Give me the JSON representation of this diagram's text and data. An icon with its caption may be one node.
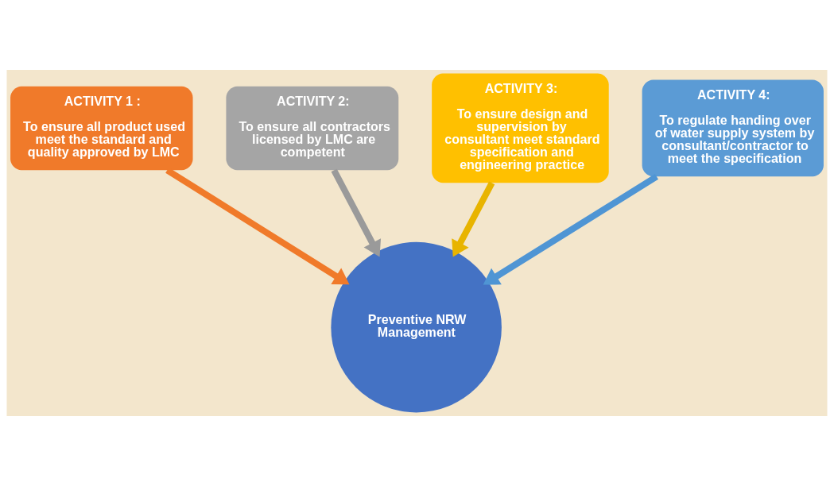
{
  "diagram": {
    "nodes": [
      {
        "text": [
          "ACTIVITY 1 :",
          "To ensure all product used meet the standard and quality approved by LMC"
        ]
      },
      {
        "text": [
          "ACTIVITY 2:",
          "To ensure all contractors licensed by LMC are competent"
        ]
      },
      {
        "text": [
          "ACTIVITY 3:",
          "To ensure design and supervision by consultant meet standard specification and engineering practice"
        ]
      },
      {
        "text": [
          "ACTIVITY 4:",
          "To regulate handing over of water supply system by consultant/contractor to meet the specification"
        ]
      },
      {
        "text": [
          "Preventive NRW Management"
        ]
      }
    ],
    "edges": [
      {
        "from": 0,
        "to": 4,
        "arrow": "to",
        "color": "#f07a2a"
      },
      {
        "from": 1,
        "to": 4,
        "arrow": "to",
        "color": "#9a9a9a"
      },
      {
        "from": 2,
        "to": 4,
        "arrow": "to",
        "color": "#e8b400"
      },
      {
        "from": 3,
        "to": 4,
        "arrow": "to",
        "color": "#4f95d4"
      }
    ]
  }
}
